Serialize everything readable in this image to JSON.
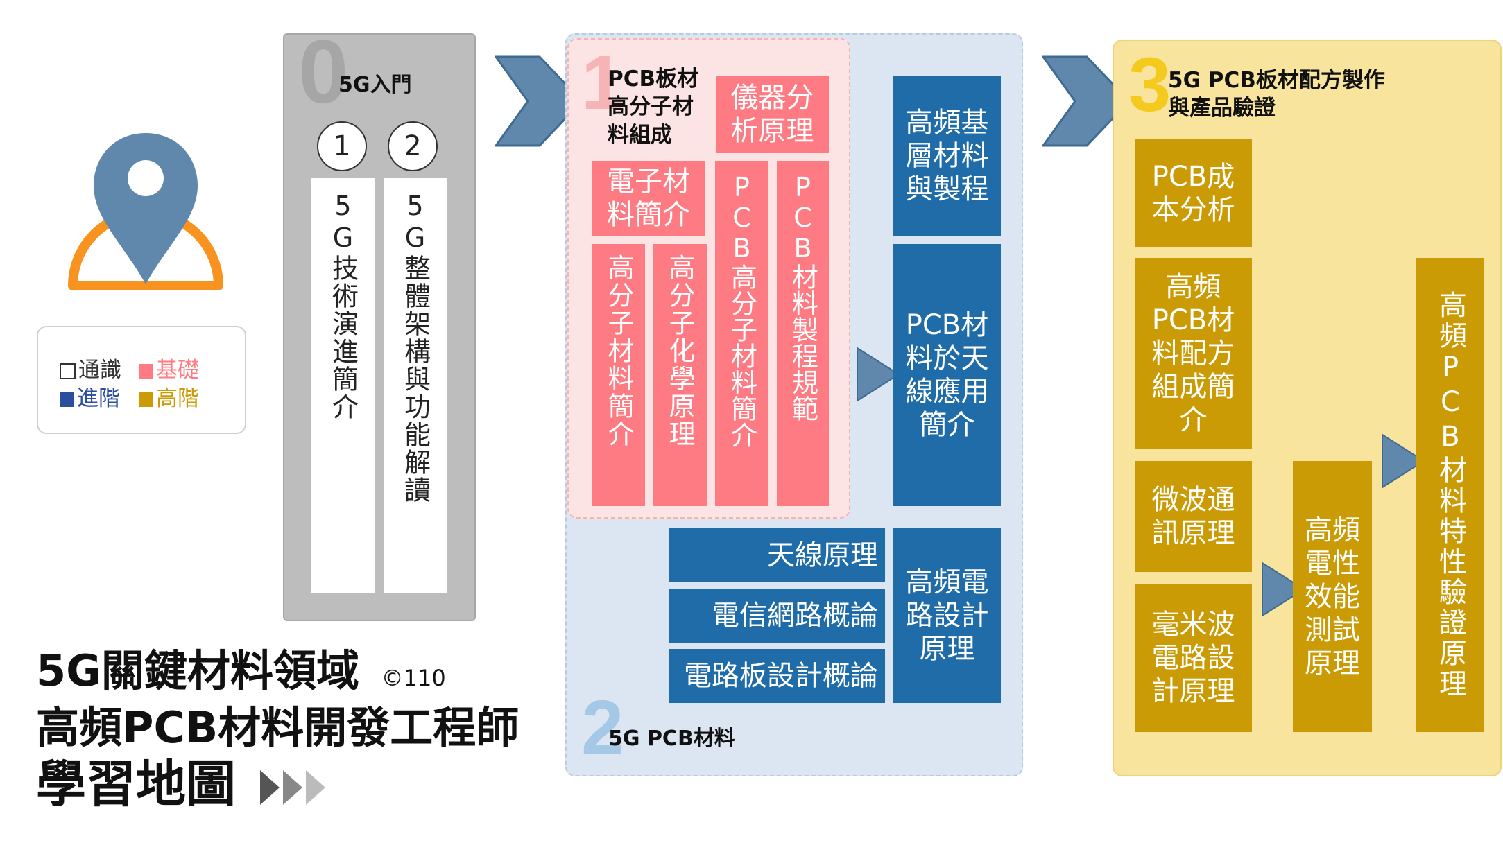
{
  "colors": {
    "basic": "#fe7b83",
    "advanced": "#1f6ca9",
    "expert": "#ca9b05",
    "general": "#ffffff"
  },
  "legend": {
    "general": "通識",
    "basic": "基礎",
    "advanced": "進階",
    "expert": "高階"
  },
  "title": {
    "line1": "5G關鍵材料領域",
    "copyright": "©110",
    "line2": "高頻PCB材料開發工程師",
    "line3": "學習地圖"
  },
  "sec0": {
    "number": "0",
    "title": "5G入門",
    "circles": [
      "1",
      "2"
    ],
    "items": [
      "5G技術演進簡介",
      "5G整體架構與功能解讀"
    ]
  },
  "sec1": {
    "number": "1",
    "title": "PCB板材高分子材料組成",
    "items": {
      "analysis": "儀器分析原理",
      "electronic": "電子材料簡介",
      "polymer": "高分子材料簡介",
      "chemistry": "高分子化學原理",
      "pcb_polymer": "PCB高分子材料簡介",
      "pcb_spec": "PCB材料製程規範"
    }
  },
  "sec2": {
    "number": "2",
    "title": "5G PCB材料",
    "items": {
      "substrate": "高頻基層材料與製程",
      "antenna_app": "PCB材料於天線應用簡介",
      "antenna": "天線原理",
      "telecom": "電信網路概論",
      "board": "電路板設計概論",
      "hf_circuit": "高頻電路設計原理"
    }
  },
  "sec3": {
    "number": "3",
    "title": "5G PCB板材配方製作與產品驗證",
    "items": {
      "cost": "PCB成本分析",
      "formula": "高頻PCB材料配方組成簡介",
      "microwave": "微波通訊原理",
      "mmwave": "毫米波電路設計原理",
      "test": "高頻電性效能測試原理",
      "verify": "高頻PCB材料特性驗證原理"
    }
  },
  "icons": [
    "map-pin-icon",
    "arrow-right-icon",
    "triple-chevron-icon"
  ]
}
